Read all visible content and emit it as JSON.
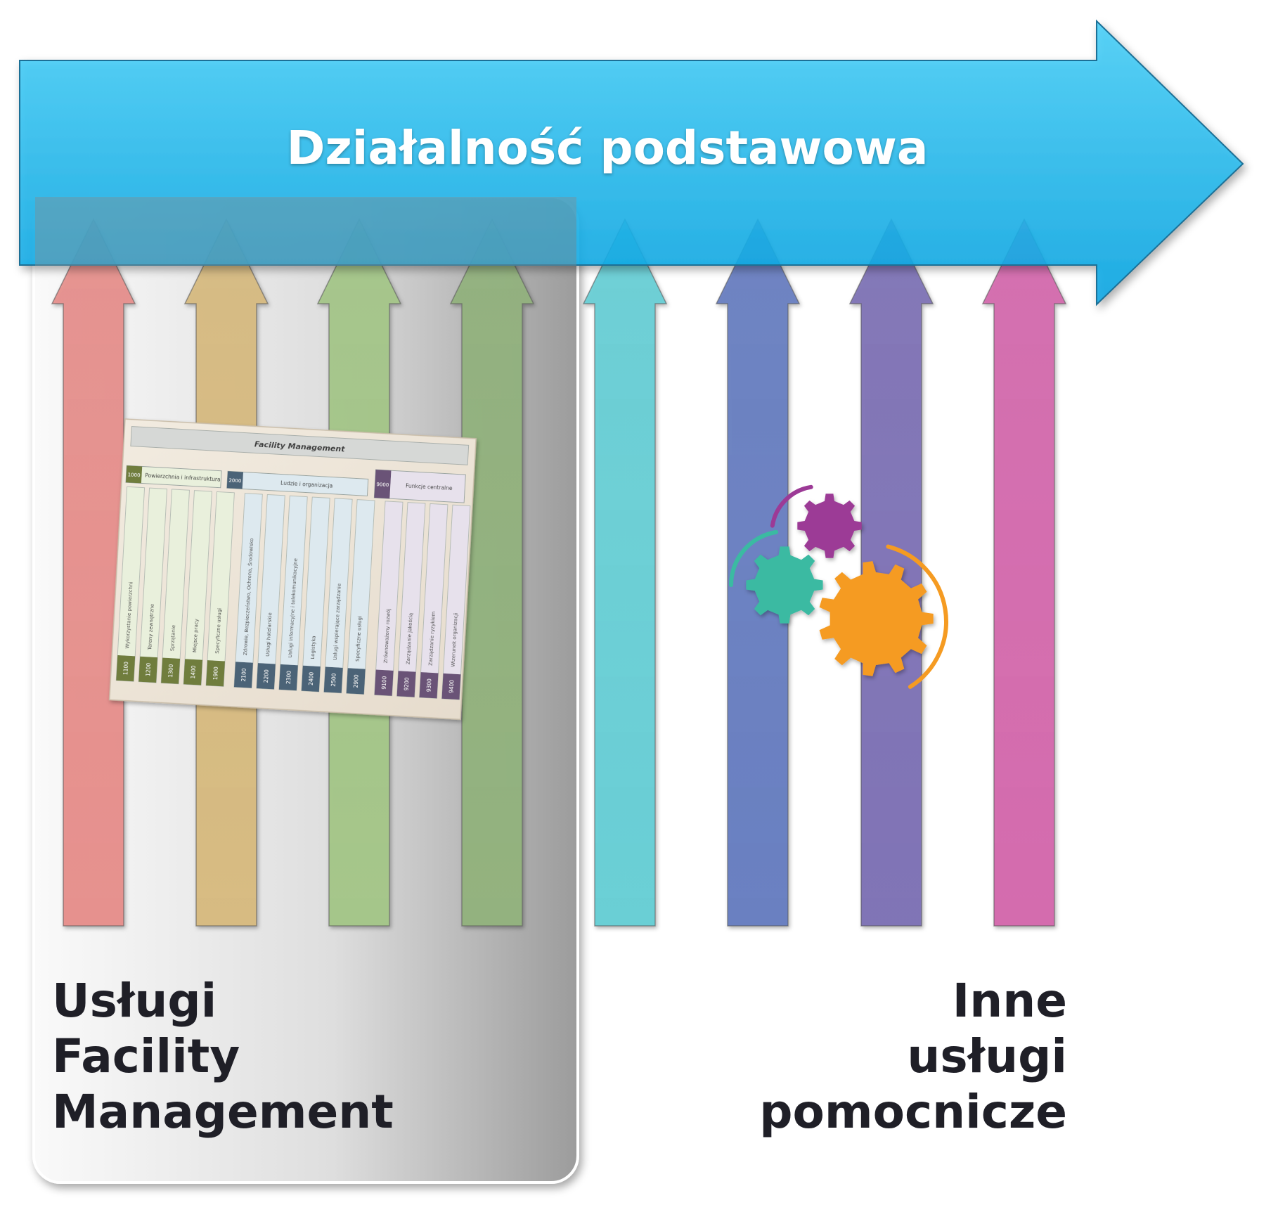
{
  "main_arrow": {
    "title": "Działalność podstawowa",
    "color": "#1fb8ee"
  },
  "fm_group": {
    "label_lines": [
      "Usługi",
      "Facility",
      "Management"
    ],
    "arrow_colors": [
      "#e6918e",
      "#d7bb82",
      "#a5c68a",
      "#93b27f"
    ]
  },
  "other_group": {
    "label_lines": [
      "Inne",
      "usługi",
      "pomocnicze"
    ],
    "arrow_colors": [
      "#6acfd5",
      "#6a80c1",
      "#8074b6",
      "#d46cae"
    ]
  },
  "fm_document": {
    "title": "Facility Management",
    "groups": [
      {
        "code": "1000",
        "label": "Powierzchnia i infrastruktura"
      },
      {
        "code": "2000",
        "label": "Ludzie i organizacja"
      },
      {
        "code": "9000",
        "label": "Funkcje centralne"
      }
    ],
    "columns": [
      {
        "code": "1100",
        "label": "Wykorzystanie powierzchni",
        "group": 0
      },
      {
        "code": "1200",
        "label": "Tereny zewnętrzne",
        "group": 0
      },
      {
        "code": "1300",
        "label": "Sprzątanie",
        "group": 0
      },
      {
        "code": "1400",
        "label": "Miejsce pracy",
        "group": 0
      },
      {
        "code": "1900",
        "label": "Specyficzne usługi",
        "group": 0
      },
      {
        "code": "2100",
        "label": "Zdrowie, Bezpieczeństwo, Ochrona, Środowisko",
        "group": 1
      },
      {
        "code": "2200",
        "label": "Usługi hotelarskie",
        "group": 1
      },
      {
        "code": "2300",
        "label": "Usługi informacyjne i telekomunikacyjne",
        "group": 1
      },
      {
        "code": "2400",
        "label": "Logistyka",
        "group": 1
      },
      {
        "code": "2500",
        "label": "Usługi wspierające zarządzanie",
        "group": 1
      },
      {
        "code": "2900",
        "label": "Specyficzne usługi",
        "group": 1
      },
      {
        "code": "9100",
        "label": "Zrównoważony rozwój",
        "group": 2
      },
      {
        "code": "9200",
        "label": "Zarządzanie jakością",
        "group": 2
      },
      {
        "code": "9300",
        "label": "Zarządzanie ryzykiem",
        "group": 2
      },
      {
        "code": "9400",
        "label": "Wizerunek organizacji",
        "group": 2
      }
    ],
    "group_colors": [
      "#6f7d3e",
      "#4c6477",
      "#6a5277"
    ],
    "group_fills": [
      "#e9f0dc",
      "#dde9ef",
      "#e7e1ec"
    ]
  },
  "gears": [
    {
      "icon": "gear-icon",
      "color": "#9c3a96"
    },
    {
      "icon": "gear-icon",
      "color": "#3bbaa2"
    },
    {
      "icon": "gear-icon",
      "color": "#f59b22"
    }
  ]
}
